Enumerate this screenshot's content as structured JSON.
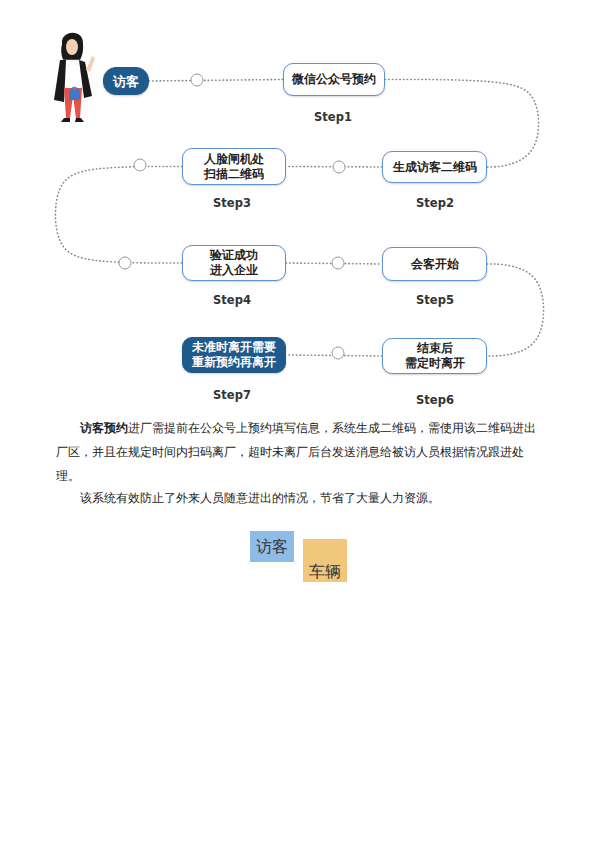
{
  "diagram": {
    "nodes": [
      {
        "text": [
          "访客"
        ]
      },
      {
        "text": [
          "微信公众号预约"
        ]
      },
      {
        "text": [
          "生成访客二维码"
        ]
      },
      {
        "text": [
          "人脸闸机处 扫描二维码"
        ]
      },
      {
        "text": [
          "验证成功 进入企业"
        ]
      },
      {
        "text": [
          "会客开始"
        ]
      },
      {
        "text": [
          "结束后 需定时离开"
        ]
      },
      {
        "text": [
          "未准时离开需要 重新预约再离开"
        ]
      },
      {
        "text": [
          "访客"
        ]
      },
      {
        "text": [
          "车辆"
        ]
      }
    ],
    "edges": [
      {
        "from": 0,
        "to": 1,
        "arrow": "none"
      },
      {
        "from": 1,
        "to": 2,
        "arrow": "none"
      },
      {
        "from": 2,
        "to": 3,
        "arrow": "none"
      },
      {
        "from": 3,
        "to": 4,
        "arrow": "none"
      },
      {
        "from": 4,
        "to": 5,
        "arrow": "none"
      },
      {
        "from": 5,
        "to": 6,
        "arrow": "none"
      },
      {
        "from": 6,
        "to": 7,
        "arrow": "none"
      }
    ],
    "labels": [
      "Step1",
      "Step2",
      "Step3",
      "Step4",
      "Step5",
      "Step6",
      "Step7",
      "访客预约",
      "进厂需提前在公众号上预约填写信息，系统生成二维码，需使用该二维码进出厂区，并且在规定时间内扫码离厂，超时未离厂后台发送消息给被访人员根据情况跟进处理。",
      "该系统有效防止了外来人员随意进出的情况，节省了大量人力资源。"
    ]
  }
}
